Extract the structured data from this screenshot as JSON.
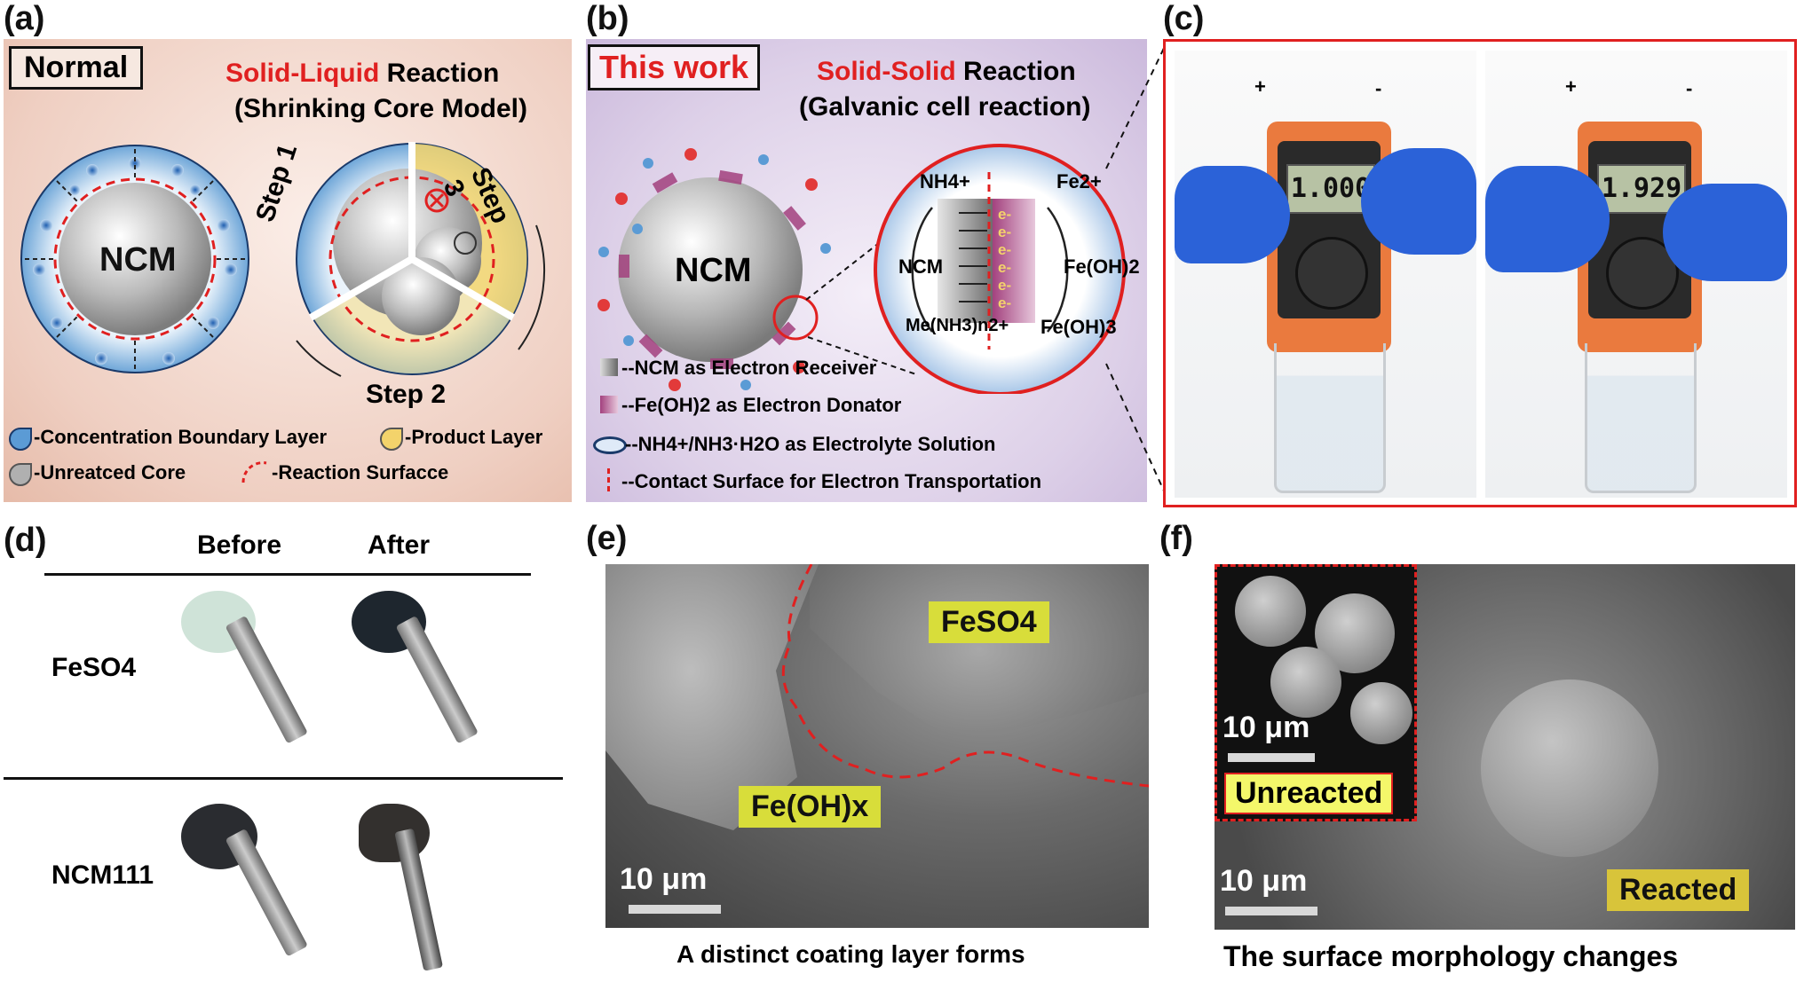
{
  "panel_a": {
    "label": "(a)",
    "badge": "Normal",
    "title_red": "Solid-Liquid",
    "title_black": " Reaction",
    "subtitle": "(Shrinking Core Model)",
    "core_label": "NCM",
    "step1": "Step 1",
    "step2": "Step 2",
    "step3": "Step 3",
    "legend": {
      "boundary": "-Concentration Boundary Layer",
      "product": "-Product Layer",
      "core": "-Unreatced Core",
      "surface": "-Reaction Surfacce"
    }
  },
  "panel_b": {
    "label": "(b)",
    "badge": "This work",
    "title_red": "Solid-Solid",
    "title_black": " Reaction",
    "subtitle": "(Galvanic cell reaction)",
    "core_label": "NCM",
    "nh4": "NH4+",
    "fe2": "Fe2+",
    "ncm": "NCM",
    "feoh2": "Fe(OH)2",
    "me": "Me(NH3)n2+",
    "feoh3": "Fe(OH)3",
    "electron": "e-",
    "legend": {
      "receiver": "--NCM as Electron Receiver",
      "donator": "--Fe(OH)2 as Electron Donator",
      "electrolyte": "--NH4+/NH3·H2O as Electrolyte Solution",
      "contact": "--Contact Surface for Electron Transportation"
    }
  },
  "panel_c": {
    "label": "(c)",
    "reading_left": "1.000",
    "reading_right": "1.929",
    "plus": "+",
    "minus": "-"
  },
  "panel_d": {
    "label": "(d)",
    "col_before": "Before",
    "col_after": "After",
    "row1": "FeSO4",
    "row2": "NCM111"
  },
  "panel_e": {
    "label": "(e)",
    "tag_top": "FeSO4",
    "tag_bottom": "Fe(OH)x",
    "scale": "10 μm",
    "caption": "A distinct coating layer forms"
  },
  "panel_f": {
    "label": "(f)",
    "inset_scale": "10 μm",
    "inset_tag": "Unreacted",
    "scale": "10 μm",
    "tag": "Reacted",
    "caption": "The surface morphology changes"
  },
  "colors": {
    "accent_red": "#e02020",
    "boundary_blue": "#5b9bd5",
    "product_yellow": "#f3d36b",
    "panel_a_bg": "#efcfc2",
    "panel_b_bg": "#ddd0e8",
    "donor_purple": "#a3417e"
  }
}
